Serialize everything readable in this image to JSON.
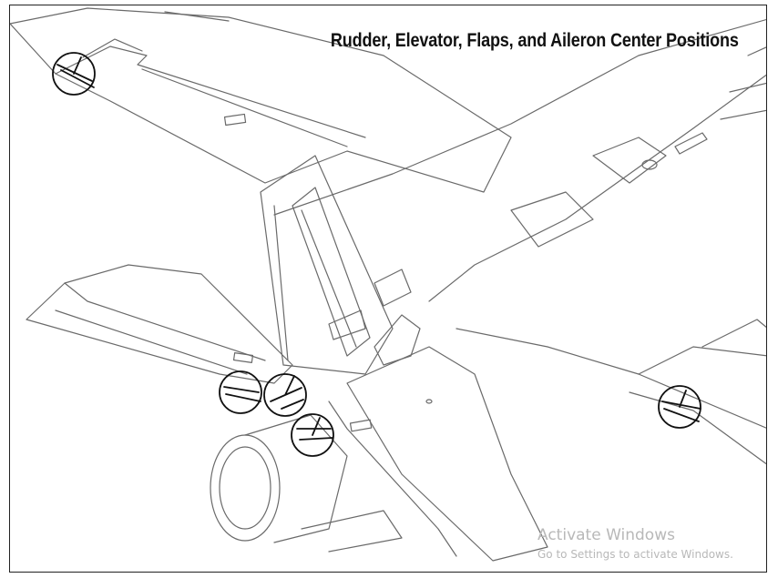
{
  "diagram": {
    "title": "Rudder, Elevator, Flaps, and Aileron Center Positions"
  },
  "watermark": {
    "title": "Activate Windows",
    "subtitle": "Go to Settings to activate Windows."
  },
  "callouts": [
    {
      "name": "aileron-center-callout"
    },
    {
      "name": "flap-center-callout"
    },
    {
      "name": "rudder-center-callout"
    },
    {
      "name": "elevator-center-callout"
    },
    {
      "name": "right-elevator-center-callout"
    }
  ]
}
